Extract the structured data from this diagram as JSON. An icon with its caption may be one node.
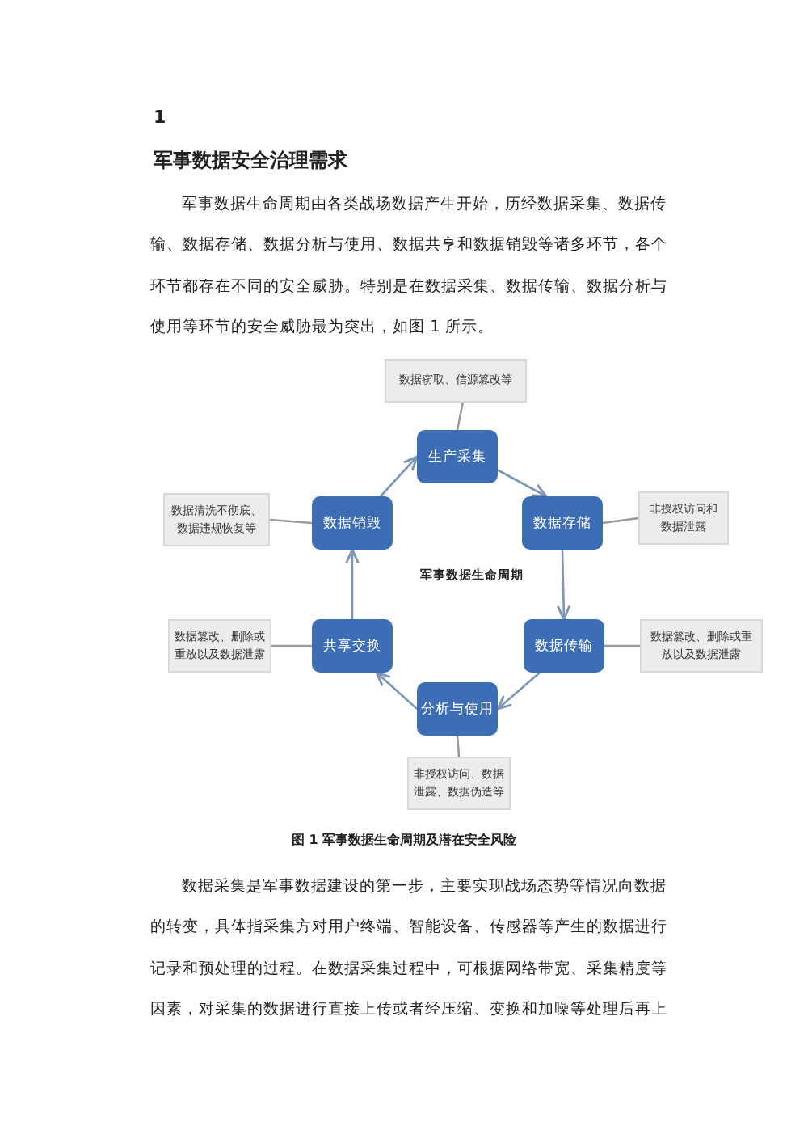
{
  "diagram": {
    "caption": "图 1 军事数据生命周期及潜在安全风险",
    "nodes": [
      {
        "text": [
          "数据窃取、信源篡改等"
        ]
      },
      {
        "text": [
          "生产采集"
        ]
      },
      {
        "text": [
          "数据清洗不彻底、数据违规恢复等"
        ]
      },
      {
        "text": [
          "数据销毁"
        ]
      },
      {
        "text": [
          "数据存储"
        ]
      },
      {
        "text": [
          "非授权访问和数据泄露"
        ]
      },
      {
        "text": [
          "数据篡改、删除或重放以及数据泄露"
        ]
      },
      {
        "text": [
          "共享交换"
        ]
      },
      {
        "text": [
          "数据传输"
        ]
      },
      {
        "text": [
          "数据篡改、删除或重放以及数据泄露"
        ]
      },
      {
        "text": [
          "分析与使用"
        ]
      },
      {
        "text": [
          "非授权访问、数据泄露、数据伪造等"
        ]
      }
    ],
    "edges": [
      {
        "from": 1,
        "to": 4,
        "arrow": "to"
      },
      {
        "from": 4,
        "to": 8,
        "arrow": "to"
      },
      {
        "from": 8,
        "to": 10,
        "arrow": "to"
      },
      {
        "from": 10,
        "to": 7,
        "arrow": "to"
      },
      {
        "from": 7,
        "to": 3,
        "arrow": "to"
      },
      {
        "from": 3,
        "to": 1,
        "arrow": "to"
      },
      {
        "from": 0,
        "to": 1,
        "arrow": "none"
      },
      {
        "from": 2,
        "to": 3,
        "arrow": "none"
      },
      {
        "from": 4,
        "to": 5,
        "arrow": "none"
      },
      {
        "from": 6,
        "to": 7,
        "arrow": "none"
      },
      {
        "from": 8,
        "to": 9,
        "arrow": "none"
      },
      {
        "from": 10,
        "to": 11,
        "arrow": "none"
      }
    ],
    "labels": [
      "1",
      "军事数据安全治理需求",
      "军事数据生命周期由各类战场数据产生开始，历经数据采集、数据传输、数据存储、数据分析与使用、数据共享和数据销毁等诸多环节，各个环节都存在不同的安全威胁。特别是在数据采集、数据传输、数据分析与使用等环节的安全威胁最为突出，如图 1 所示。",
      "军事数据生命周期",
      "数据采集是军事数据建设的第一步，主要实现战场态势等情况向数据的转变，具体指采集方对用户终端、智能设备、传感器等产生的数据进行记录和预处理的过程。在数据采集过程中，可根据网络带宽、采集精度等因素，对采集的数据进行直接上传或者经压缩、变换和加噪等处理后再上"
    ]
  }
}
